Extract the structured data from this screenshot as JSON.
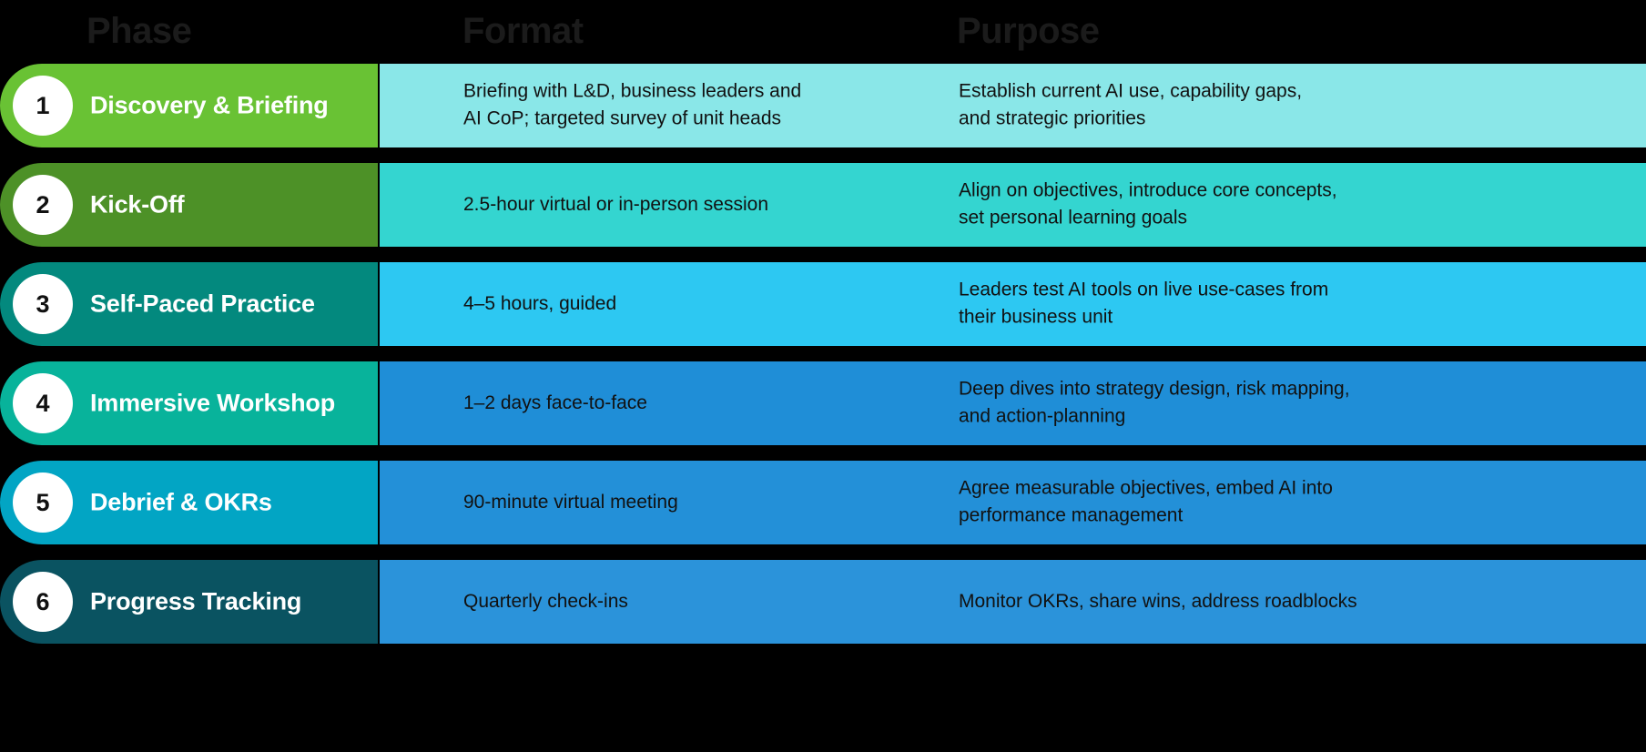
{
  "headers": {
    "phase": "Phase",
    "format": "Format",
    "purpose": "Purpose"
  },
  "colors": {
    "background": "#000000",
    "header_text": "#1b1b1b",
    "badge_background": "#ffffff",
    "badge_text": "#111111",
    "phase_label_text": "#ffffff",
    "body_text": "#111111"
  },
  "rows": [
    {
      "number": "1",
      "phase": "Discovery & Briefing",
      "format": "Briefing with L&D, business leaders and\nAI CoP; targeted survey of unit heads",
      "purpose": "Establish current AI use, capability gaps,\nand strategic priorities",
      "phase_color": "#69c234",
      "content_color": "#8ae7e8"
    },
    {
      "number": "2",
      "phase": "Kick-Off",
      "format": "2.5-hour virtual or in-person session",
      "purpose": "Align on objectives, introduce core concepts,\nset personal learning goals",
      "phase_color": "#4d9127",
      "content_color": "#34d5d0"
    },
    {
      "number": "3",
      "phase": "Self-Paced Practice",
      "format": "4–5 hours, guided",
      "purpose": "Leaders test AI tools on live use-cases from\ntheir business unit",
      "phase_color": "#03897e",
      "content_color": "#2dc8f2"
    },
    {
      "number": "4",
      "phase": "Immersive Workshop",
      "format": "1–2 days face-to-face",
      "purpose": "Deep dives into strategy design, risk mapping,\nand action-planning",
      "phase_color": "#08b39b",
      "content_color": "#1f8ed7"
    },
    {
      "number": "5",
      "phase": "Debrief & OKRs",
      "format": "90-minute virtual meeting",
      "purpose": "Agree measurable objectives, embed AI into\nperformance management",
      "phase_color": "#02a5c4",
      "content_color": "#2390d8"
    },
    {
      "number": "6",
      "phase": "Progress Tracking",
      "format": "Quarterly check-ins",
      "purpose": "Monitor OKRs, share wins, address roadblocks",
      "phase_color": "#0a5361",
      "content_color": "#2b93da"
    }
  ]
}
